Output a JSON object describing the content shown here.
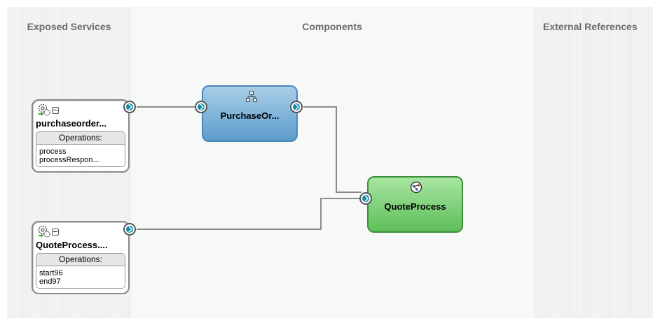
{
  "lanes": {
    "exposed_services": "Exposed Services",
    "components": "Components",
    "external_references": "External References"
  },
  "services": [
    {
      "title": "purchaseorder...",
      "operations_label": "Operations:",
      "operations": [
        "process",
        "processRespon..."
      ]
    },
    {
      "title": "QuoteProcess....",
      "operations_label": "Operations:",
      "operations": [
        "start96",
        "end97"
      ]
    }
  ],
  "components": [
    {
      "title": "PurchaseOr...",
      "icon": "bpel-process-icon",
      "color": "#7eb3d9"
    },
    {
      "title": "QuoteProcess",
      "icon": "bpmn-process-icon",
      "color": "#7fd07a"
    }
  ],
  "colors": {
    "wire": "#8c8c8c",
    "port": "#138aa3"
  }
}
